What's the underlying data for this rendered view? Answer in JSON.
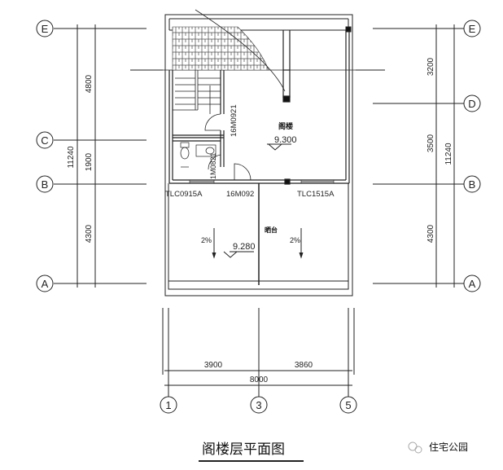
{
  "title": "阁楼层平面图",
  "watermark": "住宅公园",
  "axes": {
    "left": [
      "E",
      "C",
      "B",
      "A"
    ],
    "right": [
      "E",
      "D",
      "B",
      "A"
    ],
    "bottom": [
      "1",
      "3",
      "5"
    ]
  },
  "dimensions": {
    "left_segments": [
      "4800",
      "1900",
      "4300"
    ],
    "left_total": "11240",
    "right_segments": [
      "3200",
      "3500",
      "4300"
    ],
    "right_total": "11240",
    "bottom_segments": [
      "3900",
      "3860"
    ],
    "bottom_total": "8000"
  },
  "rooms": {
    "attic": {
      "label": "阁楼",
      "elevation": "9.300"
    },
    "terrace": {
      "label": "晒台",
      "elevation": "9.280",
      "slope_left": "2%",
      "slope_right": "2%"
    }
  },
  "openings": {
    "window_left": "TLC0915A",
    "door_bottom": "16M092",
    "window_right": "TLC1515A",
    "door_stair": "16M0921",
    "door_bath": "1M0821"
  }
}
